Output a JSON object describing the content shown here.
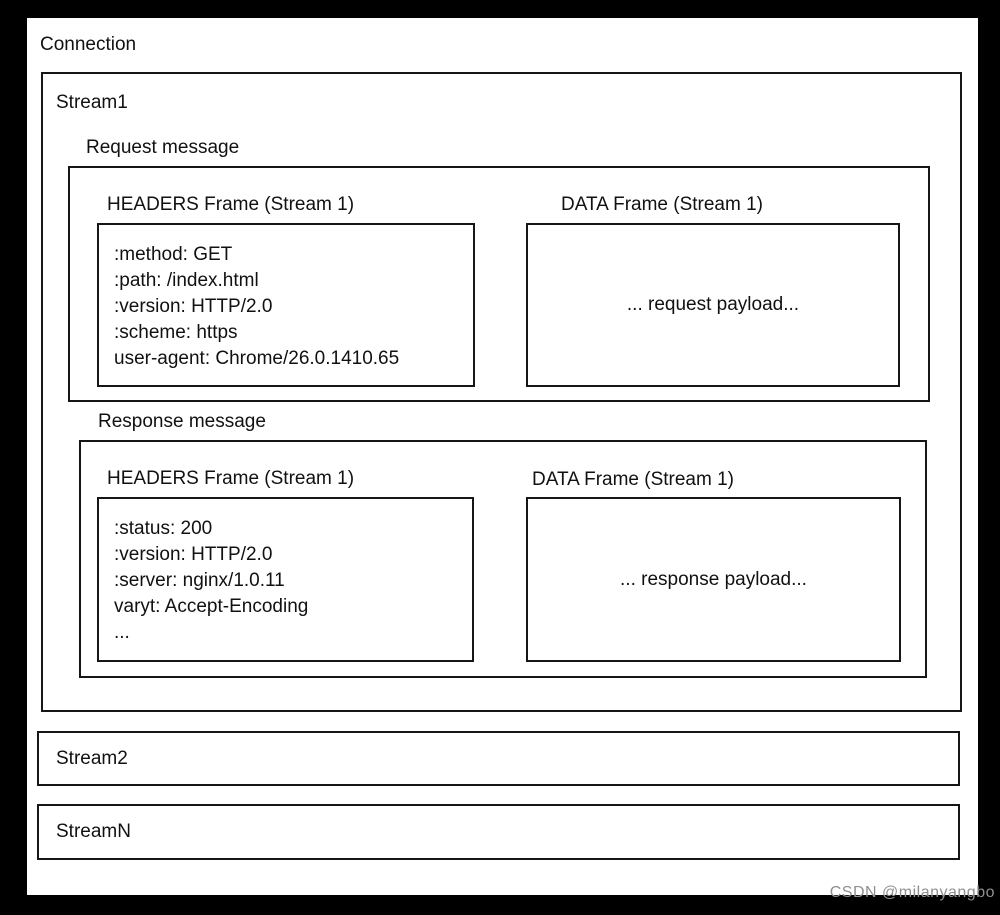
{
  "diagram": {
    "connection_label": "Connection",
    "stream1": {
      "label": "Stream1",
      "request": {
        "section_label": "Request message",
        "headers_frame": {
          "title": "HEADERS Frame (Stream 1)",
          "lines": [
            ":method: GET",
            ":path: /index.html",
            ":version: HTTP/2.0",
            ":scheme: https",
            "user-agent: Chrome/26.0.1410.65"
          ]
        },
        "data_frame": {
          "title": "DATA Frame (Stream 1)",
          "payload": "... request payload..."
        }
      },
      "response": {
        "section_label": "Response message",
        "headers_frame": {
          "title": "HEADERS Frame (Stream 1)",
          "lines": [
            ":status: 200",
            ":version: HTTP/2.0",
            ":server: nginx/1.0.11",
            "varyt: Accept-Encoding",
            "..."
          ]
        },
        "data_frame": {
          "title": "DATA Frame (Stream 1)",
          "payload": "... response payload..."
        }
      }
    },
    "stream2_label": "Stream2",
    "streamN_label": "StreamN"
  },
  "watermark": "CSDN @milanyangbo",
  "colors": {
    "page_background": "#000000",
    "surface": "#ffffff",
    "border": "#161616",
    "text": "#111111",
    "watermark_text": "#8f8f8f"
  }
}
